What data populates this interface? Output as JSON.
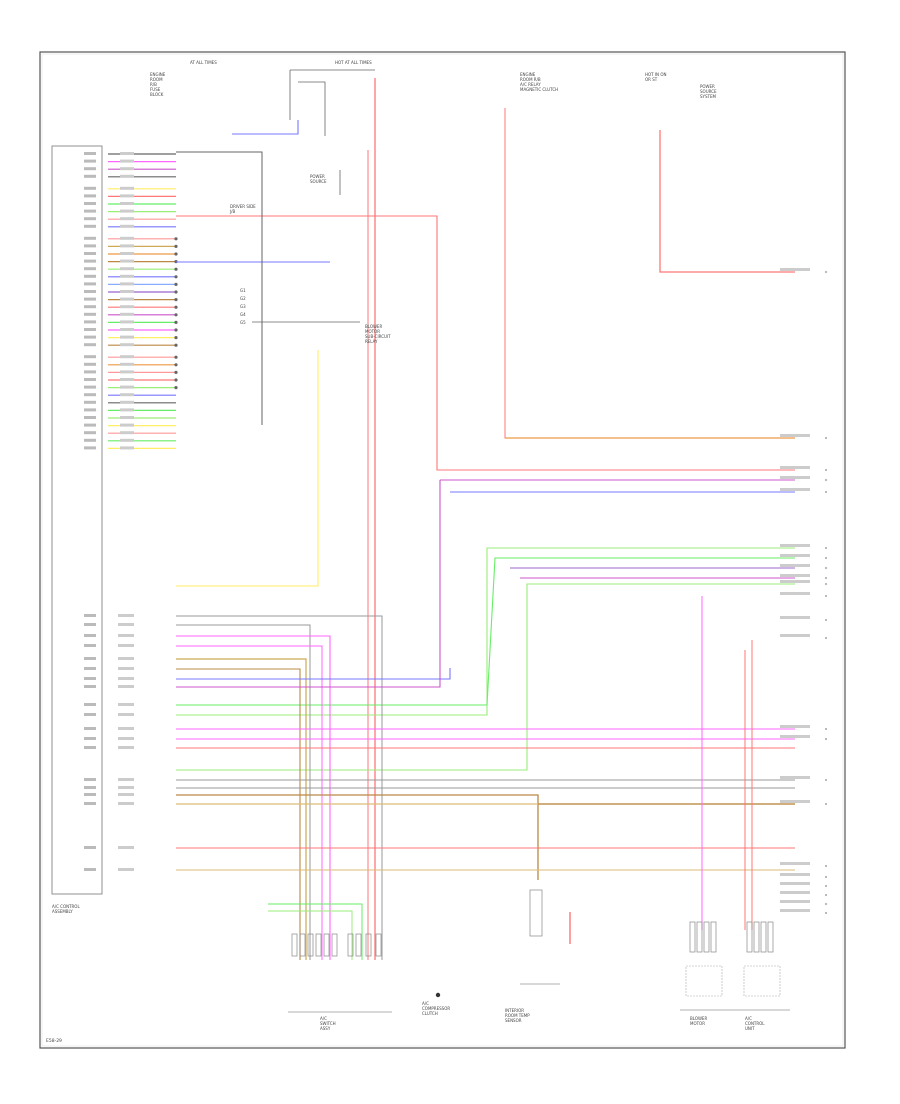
{
  "diagram": {
    "module": [
      "A/C CONTROL",
      "ASSEMBLY"
    ],
    "top_labels": [
      [
        "AT ALL TIMES",
        ""
      ],
      [
        "HOT AT ALL TIMES",
        ""
      ],
      [
        "ENGINE",
        "ROOM R/B",
        "A/C RELAY",
        "MAGNETIC CLUTCH"
      ],
      [
        "HOT IN ON",
        "OR ST"
      ]
    ],
    "side_labels": [
      [
        "ENGINE",
        "ROOM",
        "R/B",
        "FUSE",
        "BLOCK"
      ],
      [
        "POWER",
        "SOURCE"
      ],
      [
        "DRIVER SIDE",
        "J/B"
      ],
      [
        "BLOWER",
        "MOTOR",
        "SUB-CIRCUIT",
        "RELAY"
      ],
      [
        "POWER",
        "SOURCE",
        "SYSTEM"
      ]
    ],
    "mid_labels": [
      "G1",
      "G2",
      "G3",
      "G4",
      "G5"
    ],
    "bottom_labels": [
      [
        "A/C",
        "SWITCH",
        "ASSY"
      ],
      [
        "A/C",
        "COMPRESSOR",
        "CLUTCH"
      ],
      [
        "INTERIOR",
        "ROOM TEMP",
        "SENSOR"
      ],
      [
        "BLOWER",
        "MOTOR"
      ],
      [
        "A/C",
        "CONTROL",
        "UNIT"
      ]
    ],
    "footer_code": "E58-29"
  }
}
